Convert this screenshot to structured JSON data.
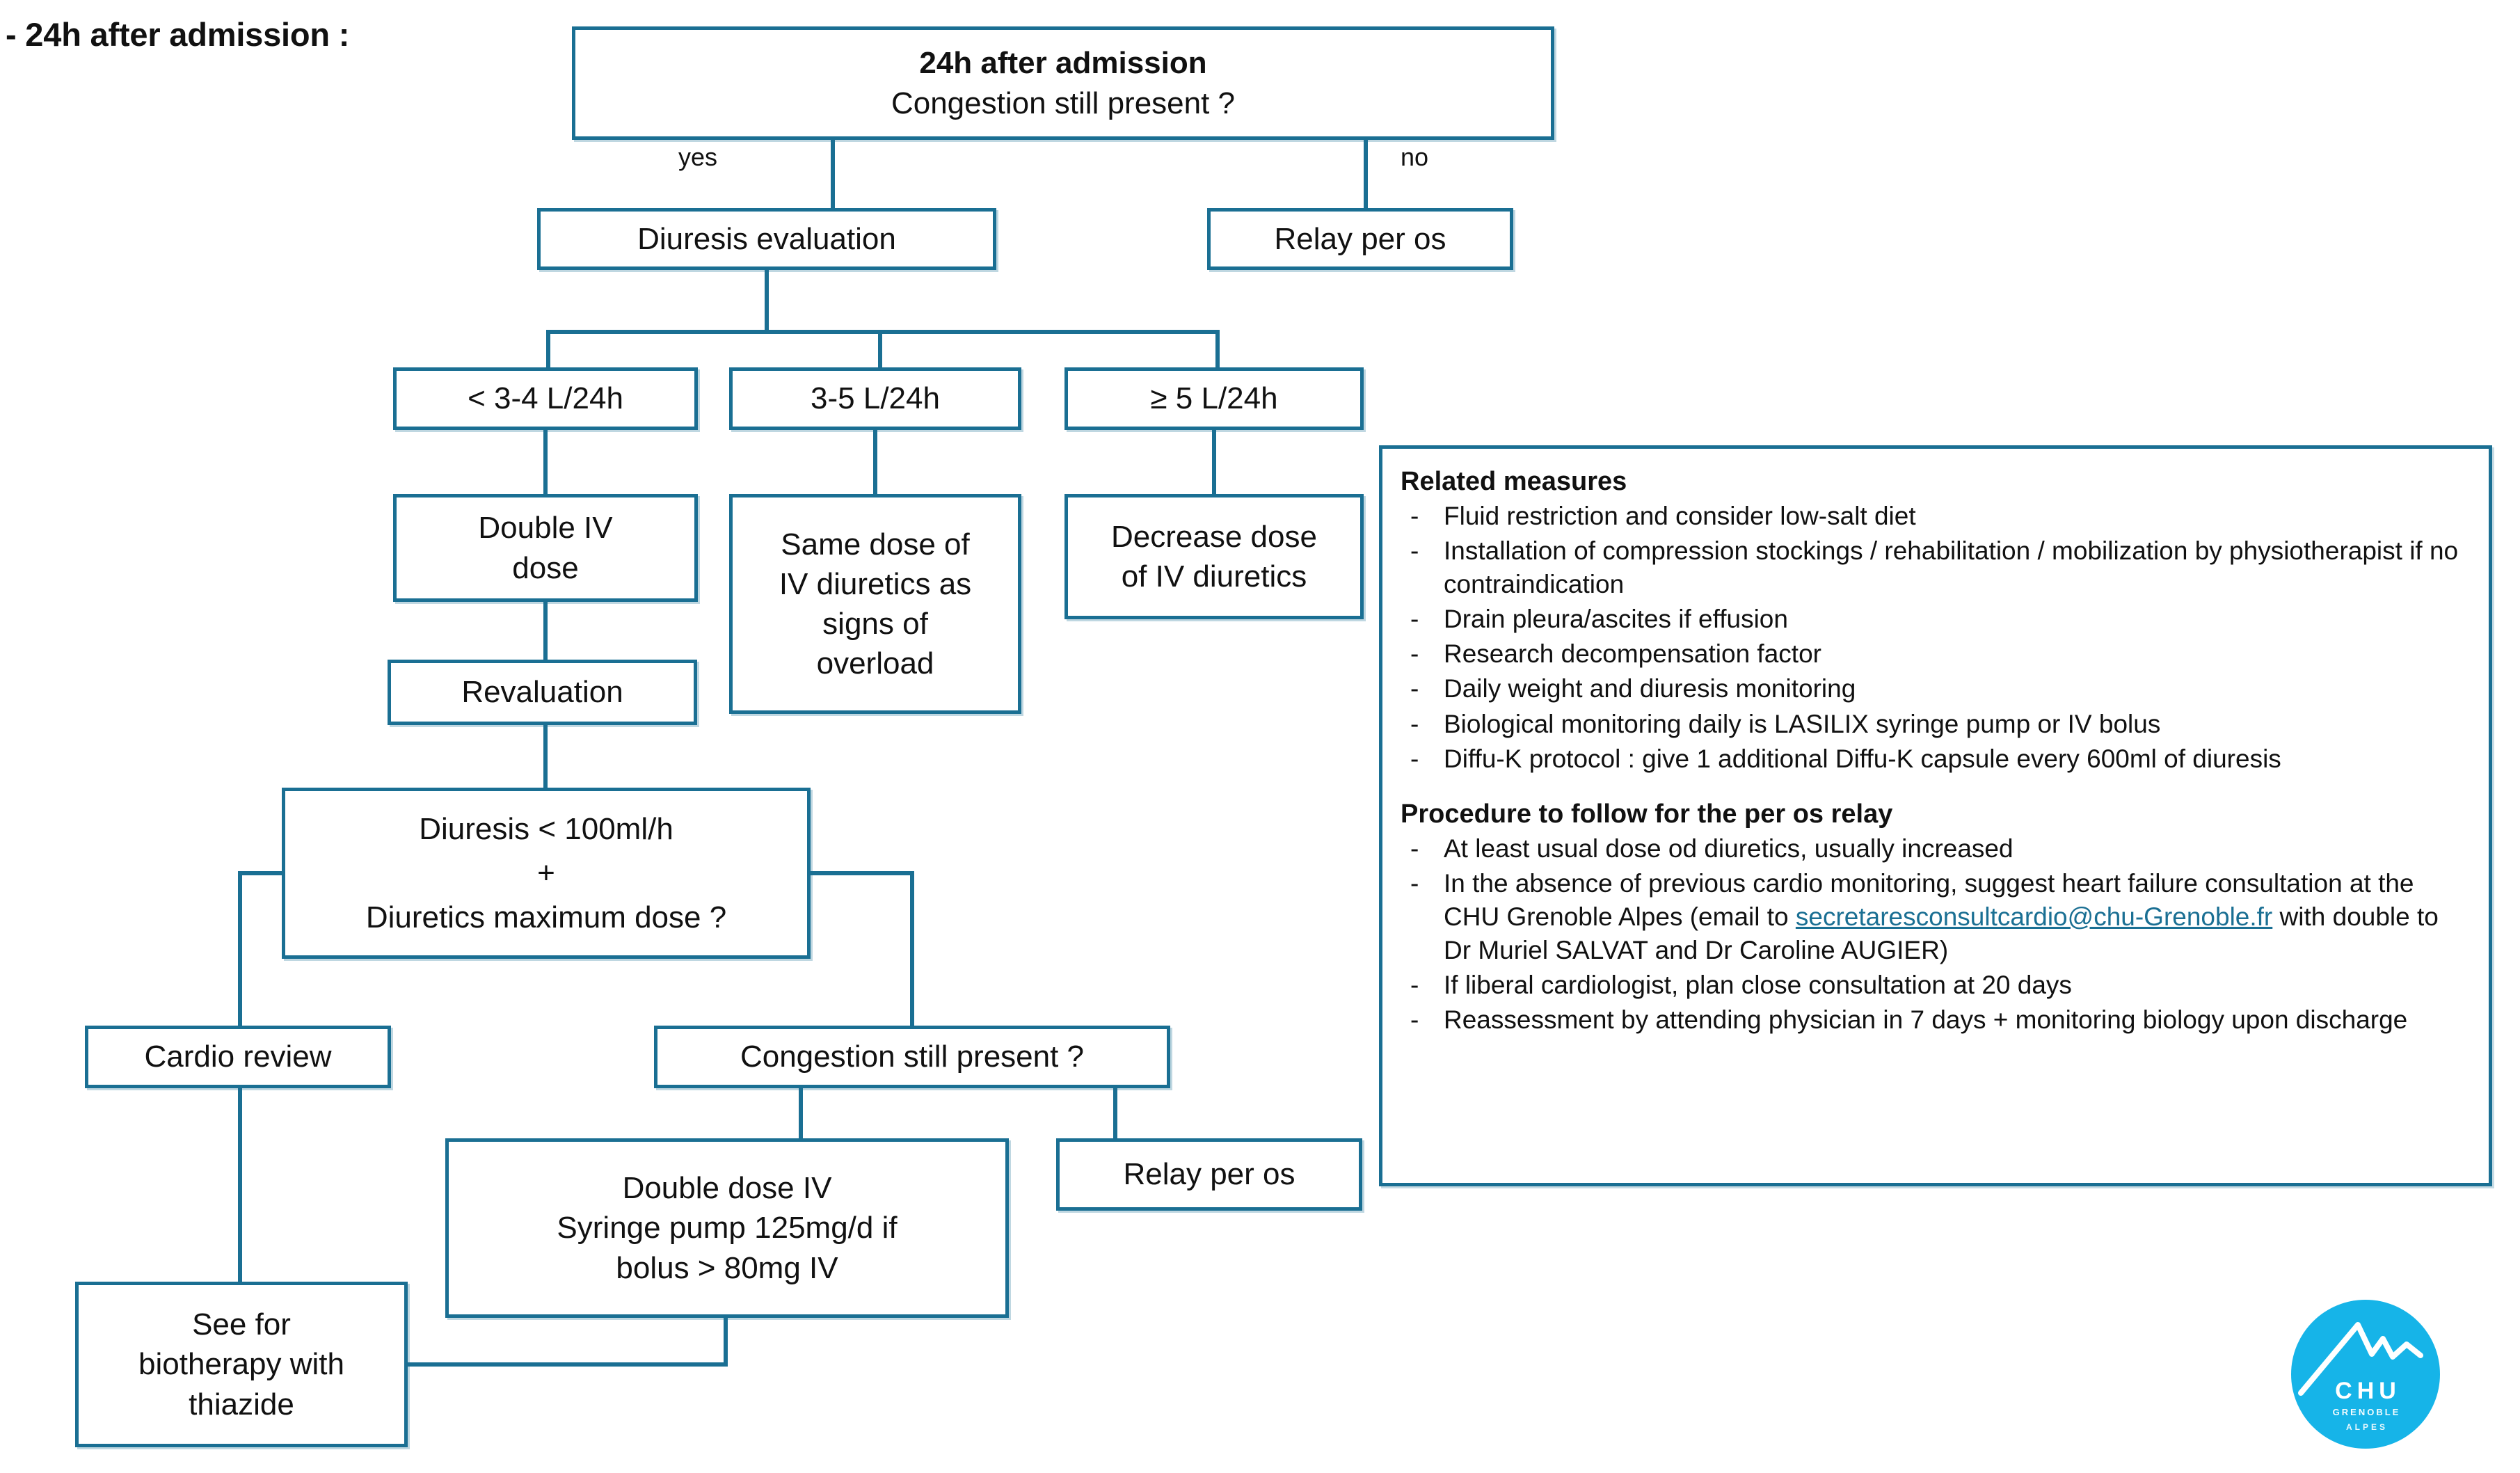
{
  "section": {
    "title": "- 24h after admission :"
  },
  "flow": {
    "root": {
      "line1": "24h after admission",
      "line2": "Congestion still present ?"
    },
    "edges": {
      "yes": "yes",
      "no": "no"
    },
    "diuresis_evaluation": "Diuresis evaluation",
    "relay_per_os_top": "Relay per os",
    "volume_low": "< 3-4 L/24h",
    "volume_mid": "3-5 L/24h",
    "volume_high": "≥ 5 L/24h",
    "double_iv_dose": "Double IV\ndose",
    "same_dose": "Same dose of\nIV diuretics as\nsigns of\noverload",
    "decrease_dose": "Decrease dose\nof IV diuretics",
    "revaluation": "Revaluation",
    "diuresis_check": {
      "line1": "Diuresis < 100ml/h",
      "line2": "+",
      "line3": "Diuretics maximum dose ?"
    },
    "cardio_review": "Cardio review",
    "congestion_check": "Congestion still present ?",
    "double_dose_iv": {
      "line1": "Double dose IV",
      "line2": "Syringe pump 125mg/d if",
      "line3": "bolus > 80mg IV"
    },
    "relay_per_os_bottom": "Relay per os",
    "biotherapy": {
      "line1": "See for",
      "line2": "biotherapy with",
      "line3": "thiazide"
    }
  },
  "panel": {
    "related_title": "Related measures",
    "related_items": [
      "Fluid restriction and consider low-salt diet",
      "Installation of compression stockings / rehabilitation / mobilization by physiotherapist if no contraindication",
      "Drain pleura/ascites if effusion",
      "Research decompensation factor",
      "Daily weight and diuresis monitoring",
      "Biological monitoring daily is LASILIX syringe pump or IV bolus",
      "Diffu-K protocol : give 1 additional Diffu-K capsule every 600ml of diuresis"
    ],
    "procedure_title": "Procedure to follow for the per os relay",
    "procedure_items": [
      "At least usual dose od diuretics, usually increased",
      "If liberal cardiologist, plan close consultation at 20 days",
      "Reassessment by attending physician in 7 days + monitoring biology upon discharge"
    ],
    "procedure_email_item": {
      "before": "In the absence of previous cardio monitoring, suggest heart failure consultation at the CHU Grenoble Alpes (email to ",
      "email": "secretaresconsultcardio@chu-Grenoble.fr",
      "after": " with double to Dr Muriel SALVAT and Dr Caroline AUGIER)"
    },
    "dash": "-"
  },
  "logo": {
    "name": "CHU",
    "sub1": "GRENOBLE",
    "sub2": "ALPES"
  },
  "colors": {
    "border": "#1a6f93",
    "logo": "#16b4e8",
    "link": "#1a6f93",
    "text": "#111111"
  }
}
